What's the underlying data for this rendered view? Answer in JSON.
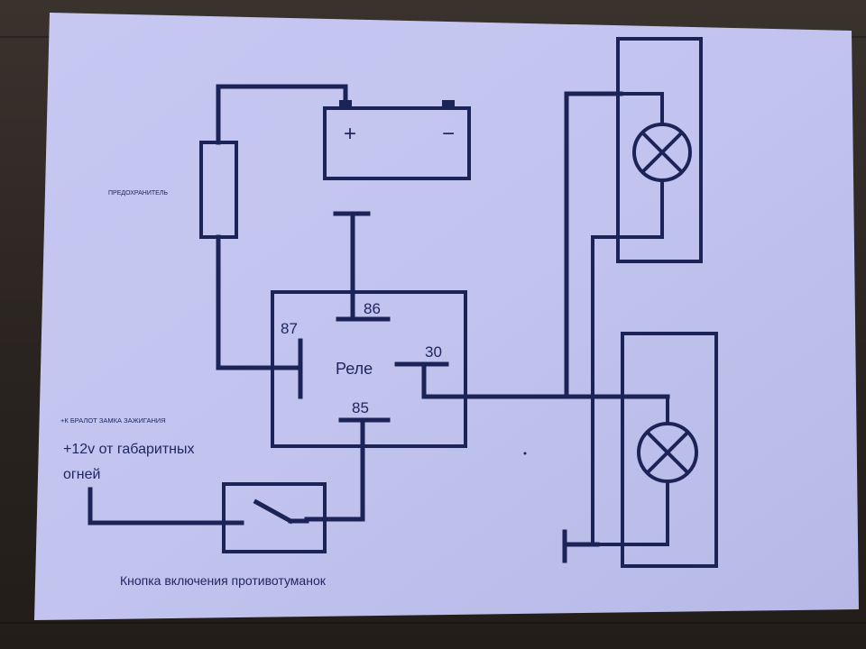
{
  "colors": {
    "paper": "#c3c6f0",
    "ink": "#1c2357",
    "background": "#2b2624"
  },
  "labels": {
    "fuse": "ПРЕДОХРАНИТЕЛЬ",
    "battery_plus": "+",
    "battery_minus": "−",
    "relay": "Реле",
    "pin86": "86",
    "pin87": "87",
    "pin30": "30",
    "pin85": "85",
    "ignition": "+К БРАЛОТ ЗАМКА ЗАЖИГАНИЯ",
    "parking_line1": "+12v от габаритных",
    "parking_line2": "огней",
    "button": "Кнопка включения противотуманок"
  },
  "icons": {
    "battery": "battery-icon",
    "fuse": "fuse-icon",
    "lamp": "lamp-icon",
    "switch": "switch-icon",
    "ground": "ground-icon"
  }
}
